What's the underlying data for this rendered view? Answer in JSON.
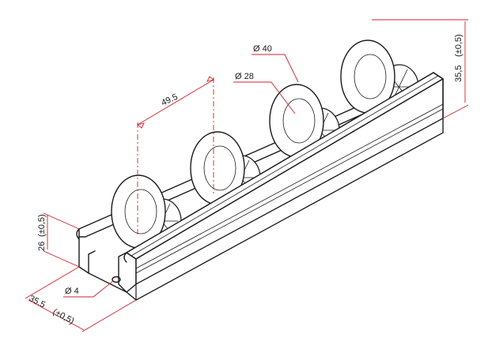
{
  "dimensions": {
    "roller_pitch": "49.5",
    "outer_diameter": "Ø 40",
    "inner_diameter": "Ø 28",
    "overall_height": "35,5",
    "overall_height_tol": "(±0,5)",
    "rail_height": "26",
    "rail_height_tol": "(±0,5)",
    "hole_diameter": "Ø 4",
    "rail_width": "35.5",
    "rail_width_tol": "(±0,5)"
  },
  "colors": {
    "outline": "#1a1a1a",
    "dimension": "#d0202a",
    "background": "#ffffff"
  }
}
